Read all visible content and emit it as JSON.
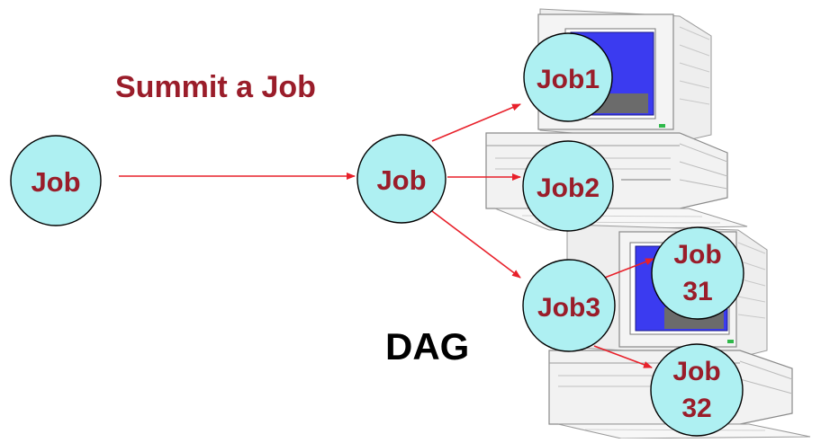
{
  "title": "Summit a Job",
  "footer_label": "DAG",
  "colors": {
    "node_fill": "#aef0f2",
    "node_stroke": "#000000",
    "node_text": "#9a1d2a",
    "arrow": "#e8202a"
  },
  "nodes": {
    "job_source": {
      "lines": [
        "Job"
      ]
    },
    "job_center": {
      "lines": [
        "Job"
      ]
    },
    "job1": {
      "lines": [
        "Job1"
      ]
    },
    "job2": {
      "lines": [
        "Job2"
      ]
    },
    "job3": {
      "lines": [
        "Job3"
      ]
    },
    "job31": {
      "lines": [
        "Job",
        "31"
      ]
    },
    "job32": {
      "lines": [
        "Job",
        "32"
      ]
    }
  },
  "edges": [
    {
      "from": "job_source",
      "to": "job_center"
    },
    {
      "from": "job_center",
      "to": "job1"
    },
    {
      "from": "job_center",
      "to": "job2"
    },
    {
      "from": "job_center",
      "to": "job3"
    },
    {
      "from": "job3",
      "to": "job31"
    },
    {
      "from": "job3",
      "to": "job32"
    }
  ],
  "computers": [
    {
      "name": "computer-top"
    },
    {
      "name": "computer-bottom"
    }
  ]
}
